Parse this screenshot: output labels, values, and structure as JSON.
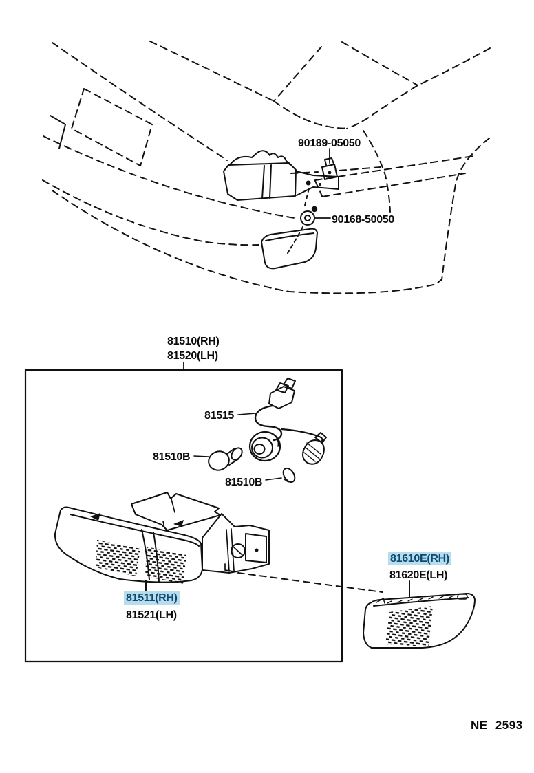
{
  "sheet": {
    "code": "NE 2593"
  },
  "colors": {
    "line": "#111111",
    "highlight_bg": "#b6dcee",
    "highlight_text": "#0d4a70",
    "text": "#0a0a0a",
    "background": "#ffffff"
  },
  "upper_view": {
    "clip_part": "90189-05050",
    "screw_part": "90168-50050"
  },
  "assembly_view": {
    "assembly_rh": "81510(RH)",
    "assembly_lh": "81520(LH)",
    "socket_wire": "81515",
    "bulb_a": "81510B",
    "bulb_b": "81510B",
    "lens_rh": "81511(RH)",
    "lens_lh": "81521(LH)"
  },
  "side_marker": {
    "rh": "81610E(RH)",
    "lh": "81620E(LH)"
  }
}
